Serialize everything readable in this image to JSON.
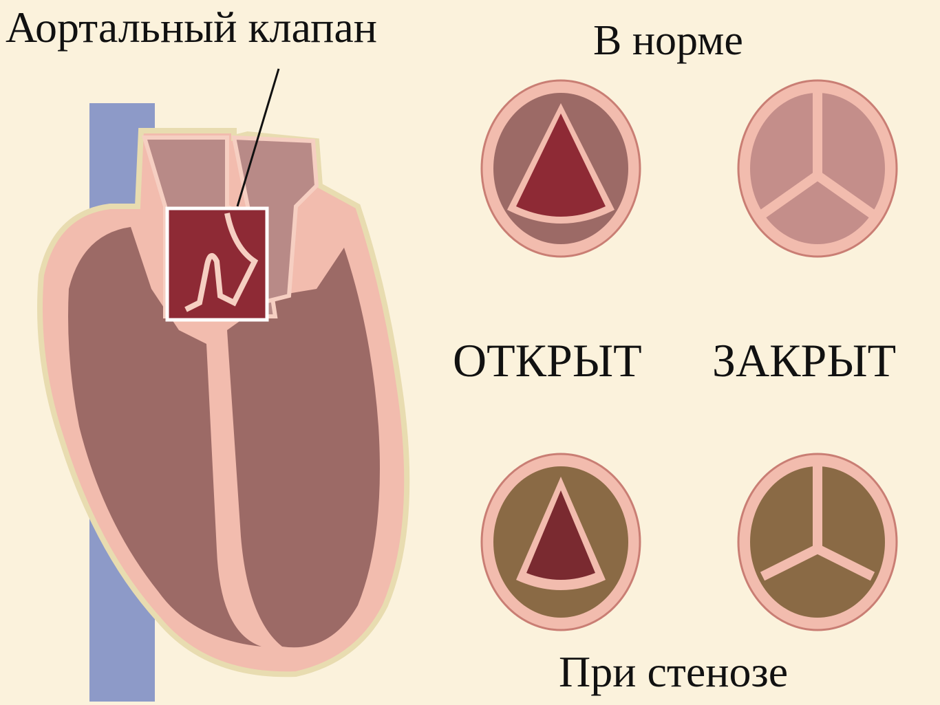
{
  "labels": {
    "aortic_valve": "Аортальный клапан",
    "normal": "В норме",
    "open": "ОТКРЫТ",
    "closed": "ЗАКРЫТ",
    "stenosis": "При стенозе"
  },
  "colors": {
    "background": "#fbf2dc",
    "tissue": "#f2bcae",
    "muscle": "#9c6a66",
    "blood": "#8e2a35",
    "vein": "#8d9ac8",
    "calcification": "#8a6a45"
  }
}
